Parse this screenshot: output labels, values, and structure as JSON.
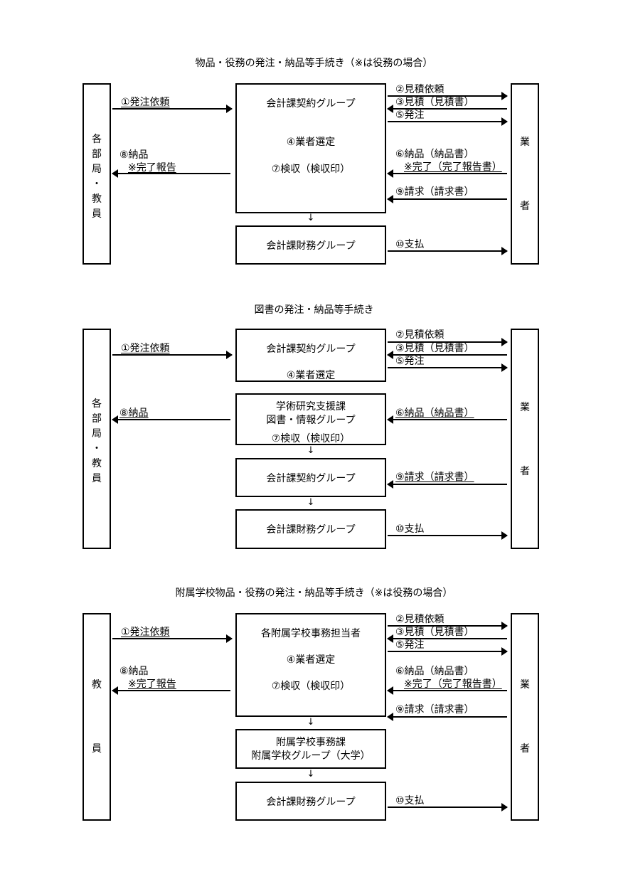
{
  "sec1": {
    "title": "物品・役務の発注・納品等手続き（※は役務の場合）",
    "left_box": [
      "各",
      "部",
      "局",
      "・",
      "教",
      "員"
    ],
    "right_box": [
      "業",
      "者"
    ],
    "main_box": {
      "title": "会計課契約グループ",
      "line2": "④業者選定",
      "line3": "⑦検収（検収印）"
    },
    "down_arrow": "↓",
    "finance_box": "会計課財務グループ",
    "label_1": "①発注依頼",
    "label_8a": "⑧納品",
    "label_8b": "※完了報告",
    "label_2": "②見積依頼",
    "label_3": "③見積（見積書）",
    "label_5": "⑤発注",
    "label_6a": "⑥納品（納品書）",
    "label_6b": "※完了（完了報告書）",
    "label_9": "⑨請求（請求書）",
    "label_10": "⑩支払"
  },
  "sec2": {
    "title": "図書の発注・納品等手続き",
    "left_box": [
      "各",
      "部",
      "局",
      "・",
      "教",
      "員"
    ],
    "right_box": [
      "業",
      "者"
    ],
    "contract_box": {
      "title": "会計課契約グループ",
      "line2": "④業者選定"
    },
    "library_box": {
      "line1": "学術研究支援課",
      "line2": "図書・情報グループ",
      "line3": "⑦検収（検収印）"
    },
    "contract_box2": "会計課契約グループ",
    "finance_box": "会計課財務グループ",
    "down_arrow": "↓",
    "label_1": "①発注依頼",
    "label_8": "⑧納品",
    "label_2": "②見積依頼",
    "label_3": "③見積（見積書）",
    "label_5": "⑤発注",
    "label_6": "⑥納品（納品書）",
    "label_9": "⑨請求（請求書）",
    "label_10": "⑩支払"
  },
  "sec3": {
    "title": "附属学校物品・役務の発注・納品等手続き（※は役務の場合）",
    "left_box": [
      "教",
      "員"
    ],
    "right_box": [
      "業",
      "者"
    ],
    "main_box": {
      "title": "各附属学校事務担当者",
      "line2": "④業者選定",
      "line3": "⑦検収（検収印）"
    },
    "school_box": {
      "line1": "附属学校事務課",
      "line2": "附属学校グループ（大学）"
    },
    "finance_box": "会計課財務グループ",
    "down_arrow": "↓",
    "label_1": "①発注依頼",
    "label_8a": "⑧納品",
    "label_8b": "※完了報告",
    "label_2": "②見積依頼",
    "label_3": "③見積（見積書）",
    "label_5": "⑤発注",
    "label_6a": "⑥納品（納品書）",
    "label_6b": "※完了（完了報告書）",
    "label_9": "⑨請求（請求書）",
    "label_10": "⑩支払"
  }
}
